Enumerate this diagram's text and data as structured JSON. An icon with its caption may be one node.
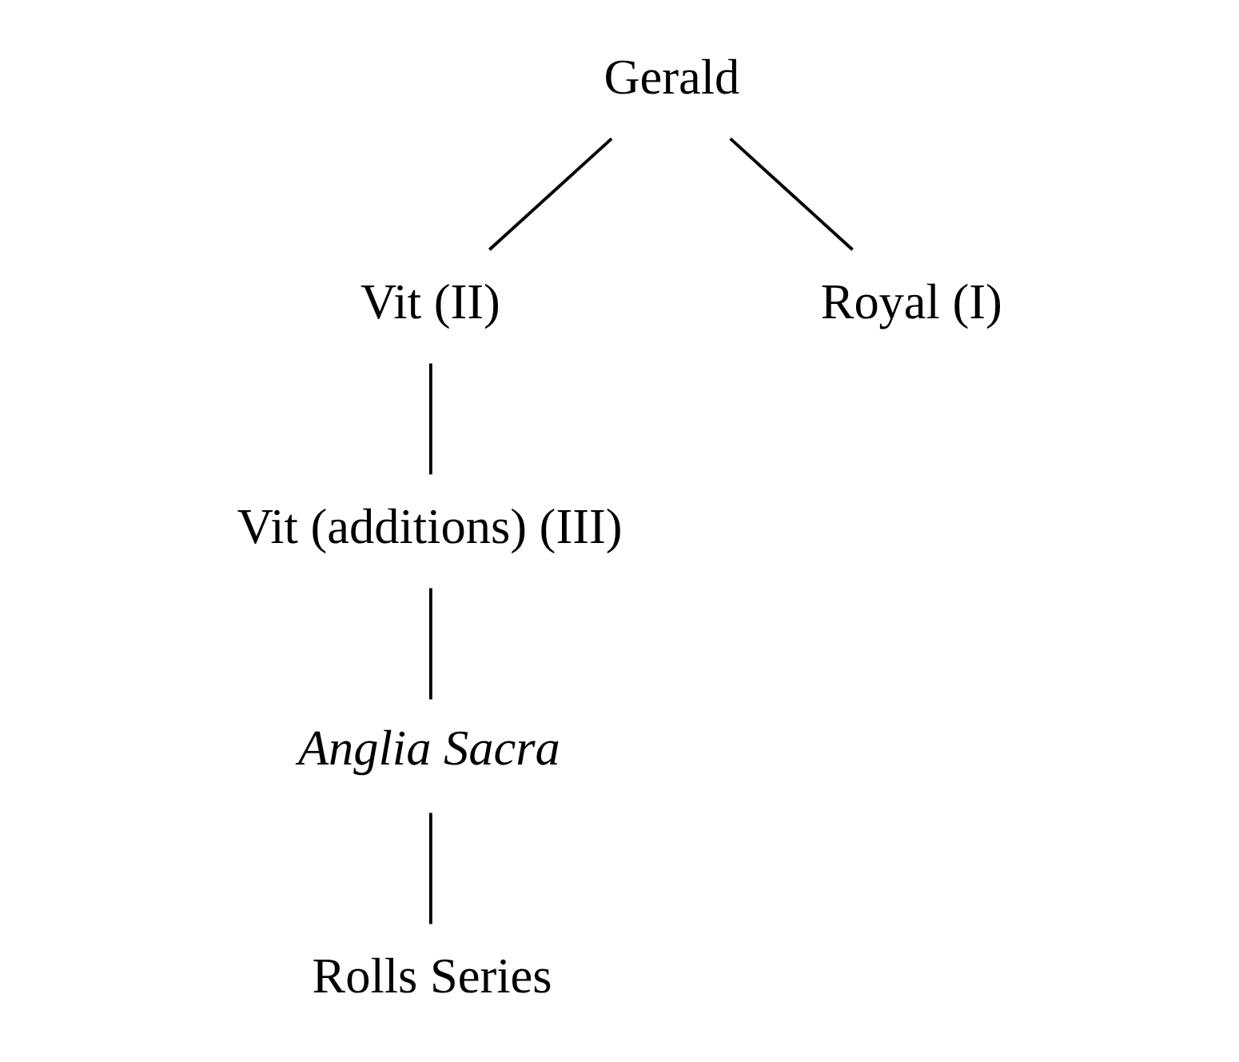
{
  "diagram": {
    "nodes": [
      {
        "text": [
          "Gerald"
        ]
      },
      {
        "text": [
          "Vit (II)"
        ]
      },
      {
        "text": [
          "Royal (I)"
        ]
      },
      {
        "text": [
          "Vit (additions) (III)"
        ]
      },
      {
        "text": [
          "Anglia Sacra"
        ]
      },
      {
        "text": [
          "Rolls Series"
        ]
      }
    ],
    "edges": [
      {
        "from": 0,
        "to": 1,
        "arrow": "none"
      },
      {
        "from": 0,
        "to": 2,
        "arrow": "none"
      },
      {
        "from": 1,
        "to": 3,
        "arrow": "none"
      },
      {
        "from": 3,
        "to": 4,
        "arrow": "none"
      },
      {
        "from": 4,
        "to": 5,
        "arrow": "none"
      }
    ]
  }
}
